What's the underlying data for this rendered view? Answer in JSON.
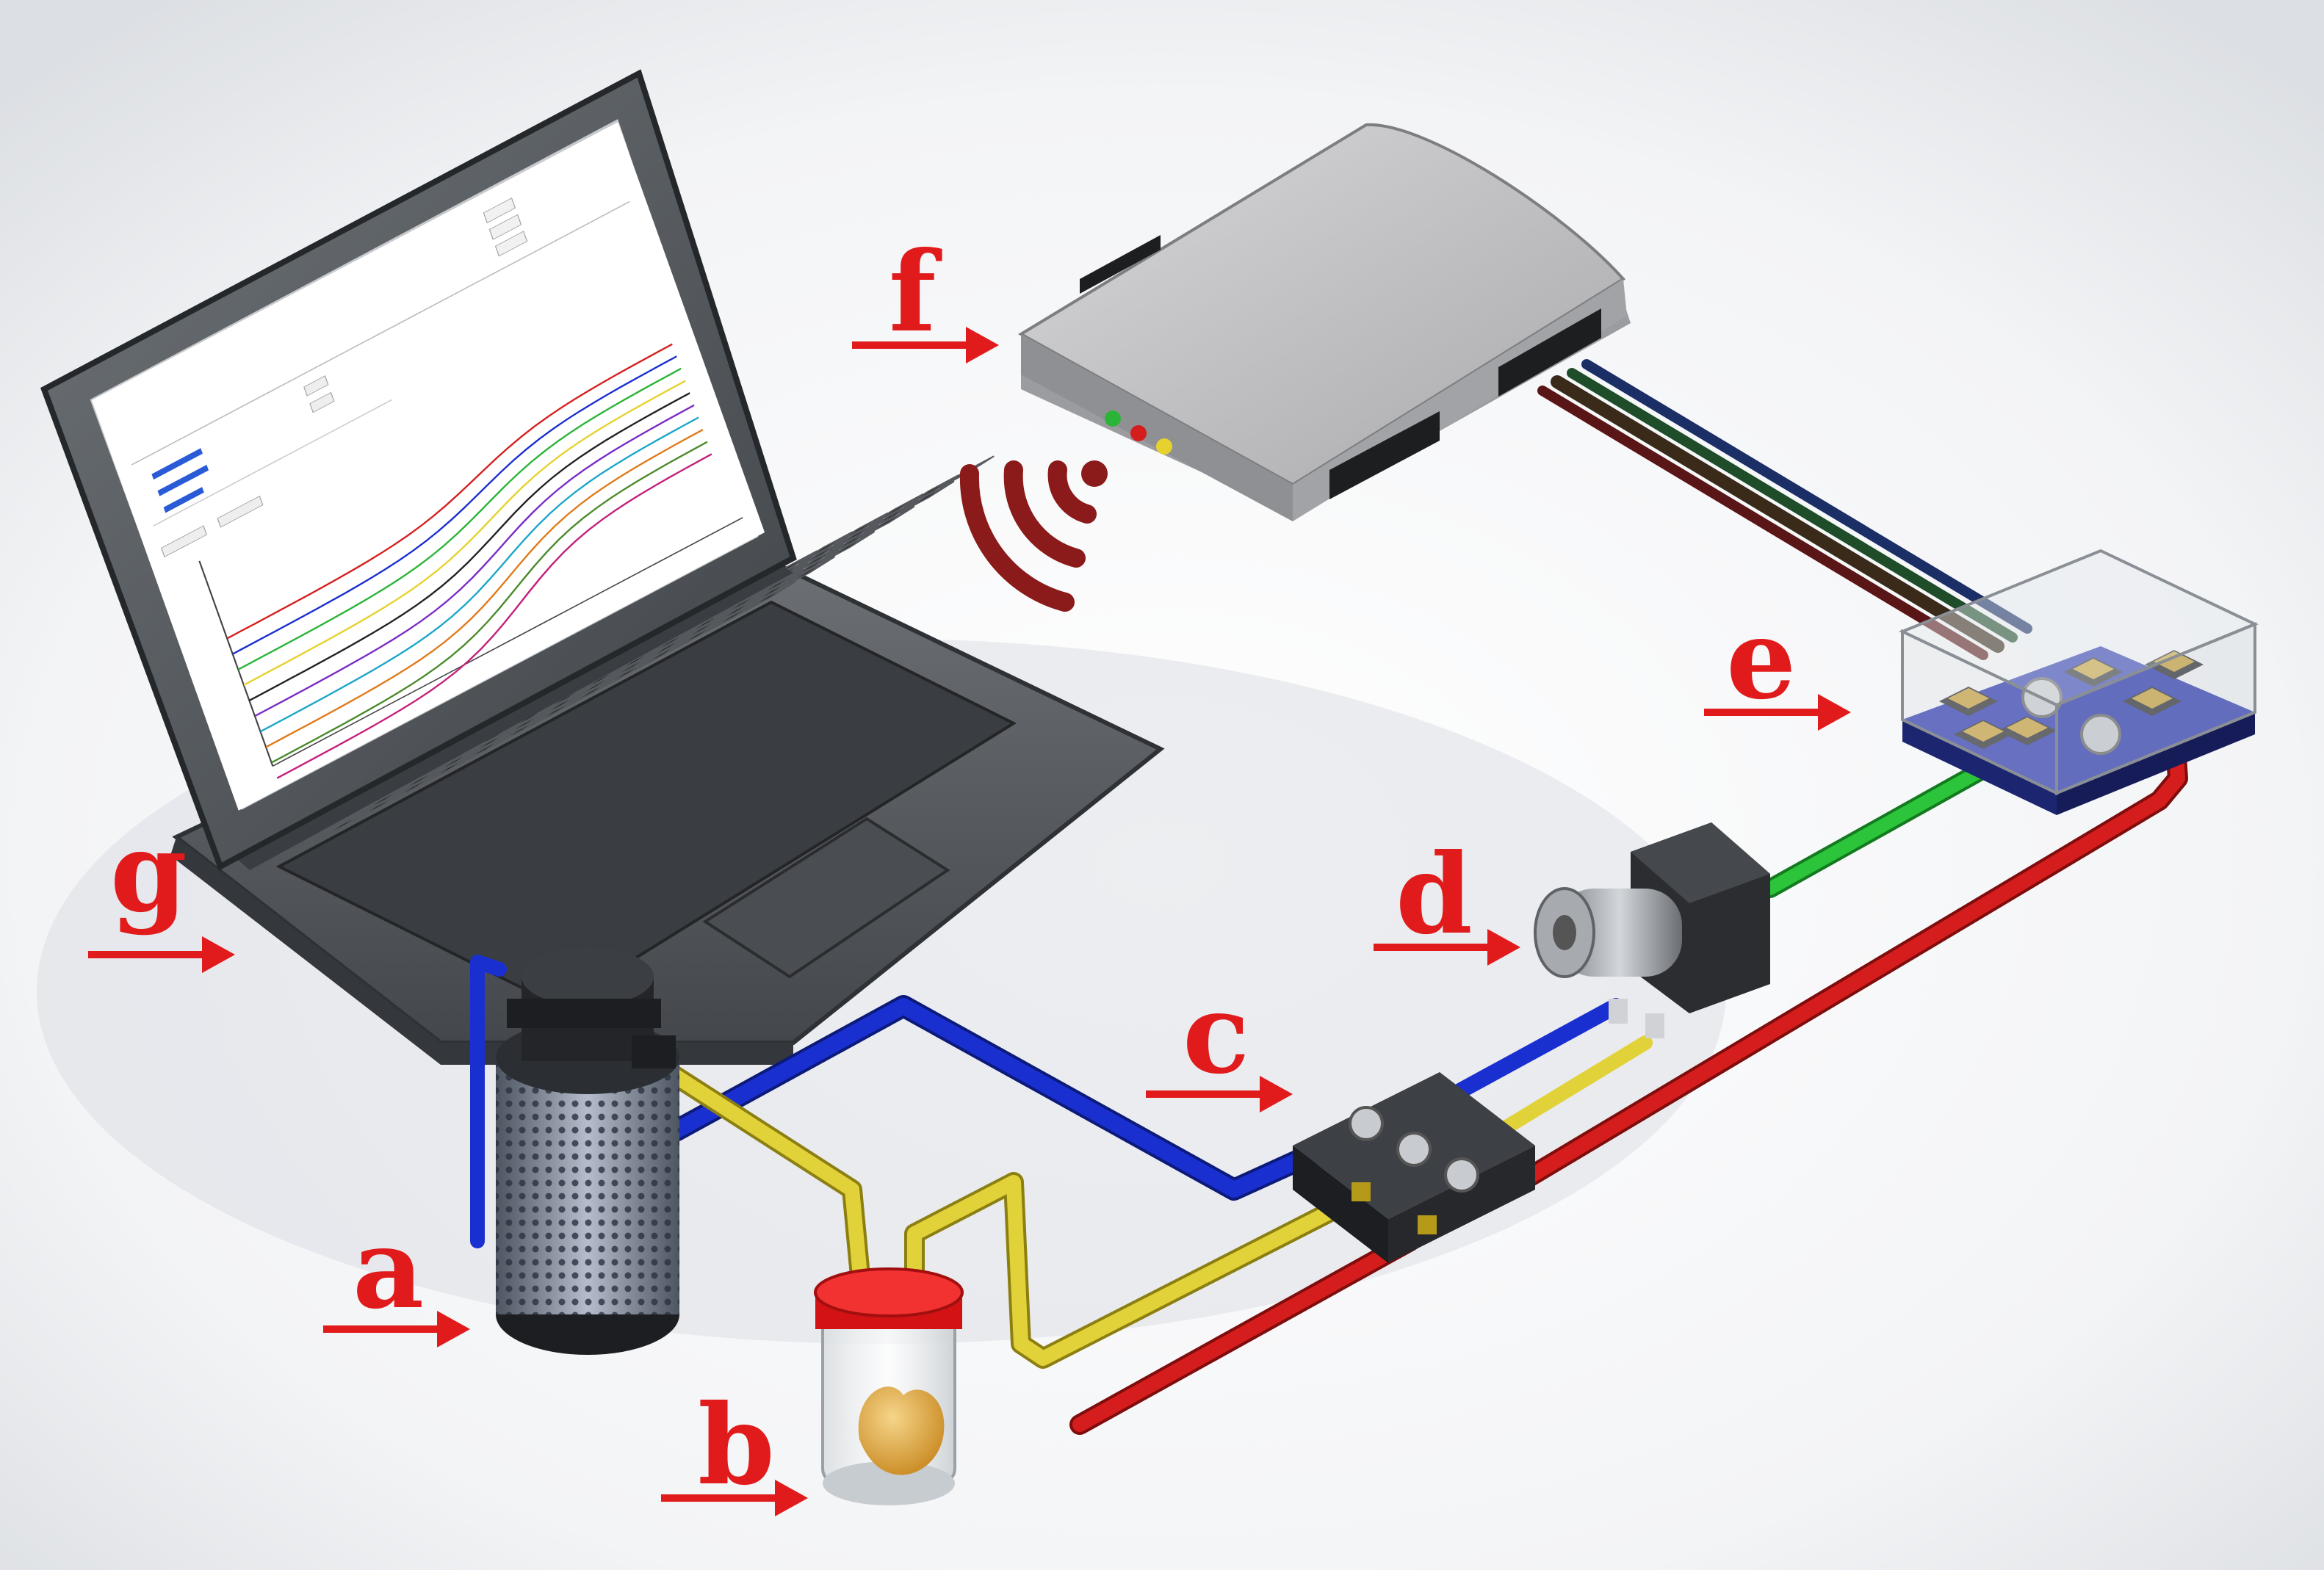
{
  "labels": {
    "a": "a",
    "b": "b",
    "c": "c",
    "d": "d",
    "e": "e",
    "f": "f",
    "g": "g"
  },
  "colors": {
    "label_red": "#e11b1b",
    "tube_blue": "#1a2fd0",
    "tube_yellow": "#e2d23a",
    "tube_red": "#d51d1d",
    "tube_green": "#2bc43a",
    "wifi": "#8b1a1a",
    "laptop_body": "#555a60",
    "router_body": "#c9c9cb",
    "sensor_board": "#2a37b0",
    "jar_lid": "#e01515",
    "sample": "#e2a43a"
  },
  "icons": {
    "wireless": "wifi-signal-icon"
  }
}
